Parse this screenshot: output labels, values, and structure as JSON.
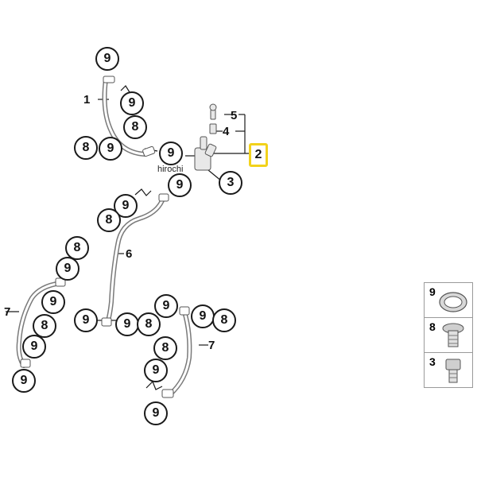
{
  "labels": {
    "l1": "1",
    "l2": "2",
    "l3": "3",
    "l4": "4",
    "l5": "5",
    "l6": "6",
    "l7a": "7",
    "l7b": "7",
    "c9": "9",
    "c8": "8",
    "c3": "3"
  },
  "watermark": "hirochi",
  "legend": [
    {
      "num": "9",
      "icon": "sealing-ring-icon"
    },
    {
      "num": "8",
      "icon": "banjo-bolt-icon"
    },
    {
      "num": "3",
      "icon": "hex-screw-icon"
    }
  ],
  "colors": {
    "highlight": "#f2d21b",
    "line": "#1a1a1a",
    "part": "#888888"
  }
}
